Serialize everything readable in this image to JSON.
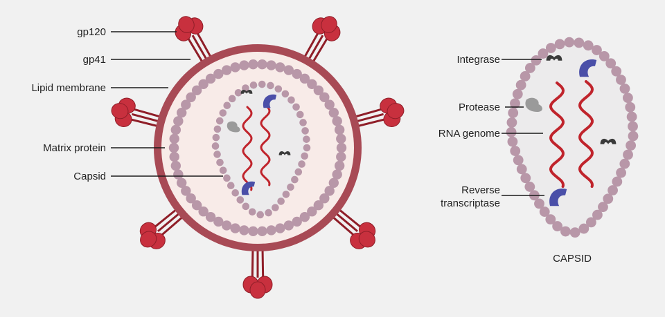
{
  "left_labels": {
    "gp120": "gp120",
    "gp41": "gp41",
    "lipid_membrane": "Lipid membrane",
    "matrix_protein": "Matrix protein",
    "capsid": "Capsid"
  },
  "right_labels": {
    "integrase": "Integrase",
    "protease": "Protease",
    "rna_genome": "RNA genome",
    "reverse_line1": "Reverse",
    "reverse_line2": "transcriptase"
  },
  "capsid_caption": "CAPSID",
  "colors": {
    "background": "#f1f1f1",
    "membrane": "#a84a55",
    "membrane_dark": "#8a3440",
    "interior": "#f8ebe8",
    "matrix_bead": "#b897a8",
    "capsid_fill": "#ecebec",
    "rna": "#c0242c",
    "spike_head": "#c8303e",
    "spike_stalk": "#8f1e28",
    "reverse_transcriptase": "#4a4fa8",
    "protease": "#9a9a9a",
    "integrase": "#3a3a3a"
  }
}
